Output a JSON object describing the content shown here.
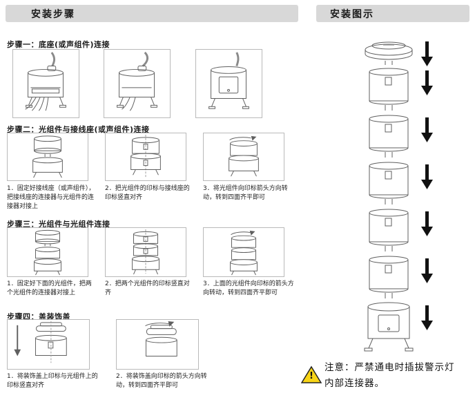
{
  "colors": {
    "banner_bg": "#d8d8d8",
    "warning_yellow": "#f7d417",
    "ink": "#1a1a1a"
  },
  "left": {
    "title": "安装步骤",
    "steps": [
      {
        "heading": "步骤一：底座(或声组件)连接",
        "captions": []
      },
      {
        "heading": "步骤二：光组件与接线座(或声组件)连接",
        "captions": [
          "1．固定好接线座（或声组件），把接线座的连接器与光组件的连接器对接上",
          "2．把光组件的印标与接线座的印标竖直对齐",
          "3．将光组件向印标箭头方向转动，转到四面齐平即可"
        ]
      },
      {
        "heading": "步骤三：光组件与光组件连接",
        "captions": [
          "1．固定好下面的光组件，把两个光组件的连接器对接上",
          "2．把两个光组件的印标竖直对齐",
          "3．上面的光组件向印标的箭头方向转动，转到四面齐平即可"
        ]
      },
      {
        "heading": "步骤四：盖装饰盖",
        "captions": [
          "1．将装饰盖上印标与光组件上的印标竖直对齐",
          "2．将装饰盖向印标的箭头方向转动，转到四面齐平即可"
        ]
      }
    ]
  },
  "right": {
    "title": "安装图示",
    "notice": "注意：严禁通电时插拔警示灯内部连接器。",
    "warning_glyph": "!"
  }
}
